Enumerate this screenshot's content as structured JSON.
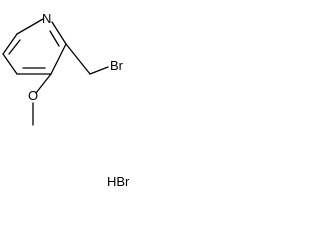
{
  "molecule": {
    "atoms": {
      "nitrogen": "N",
      "bromine": "Br",
      "oxygen": "O"
    },
    "salt": "HBr"
  }
}
